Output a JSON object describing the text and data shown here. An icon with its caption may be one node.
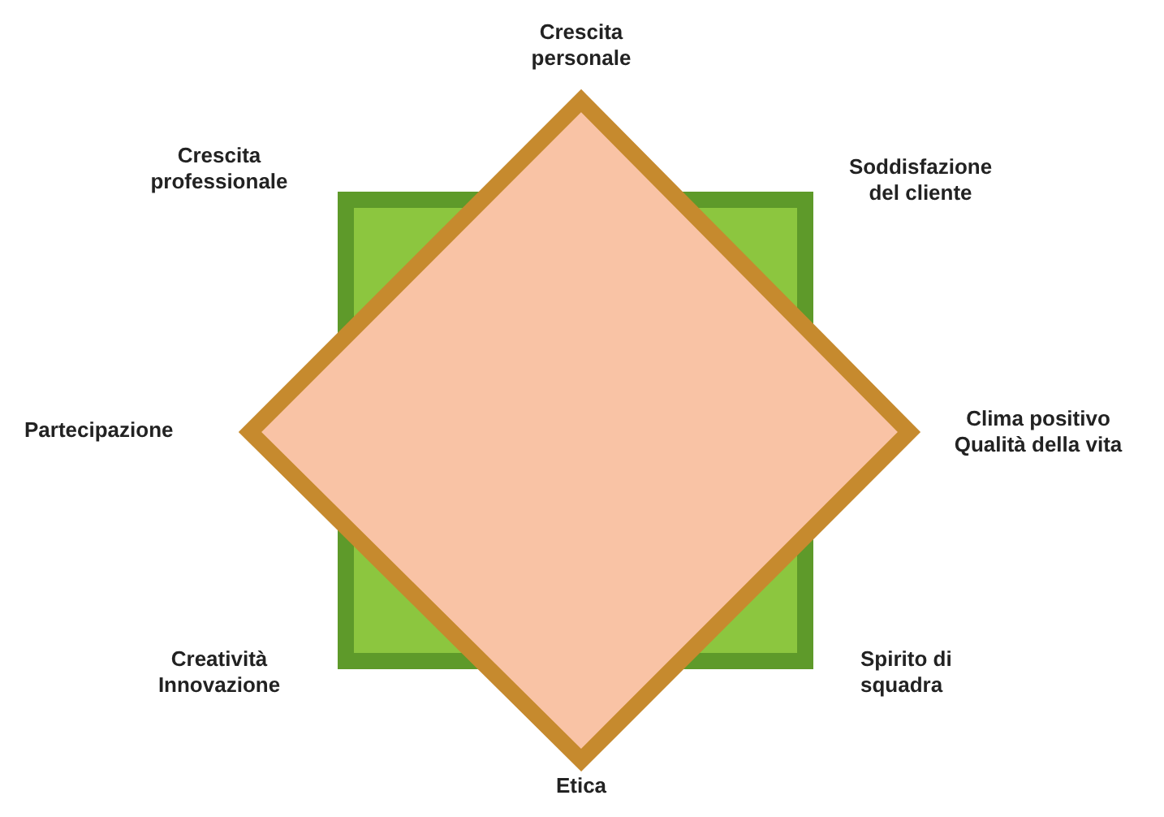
{
  "diagram": {
    "labels": [
      "Crescita personale",
      "Crescita professionale",
      "Soddisfazione del cliente",
      "Partecipazione",
      "Clima positivo Qualità della vita",
      "Creatività Innovazione",
      "Spirito di squadra",
      "Etica"
    ]
  }
}
